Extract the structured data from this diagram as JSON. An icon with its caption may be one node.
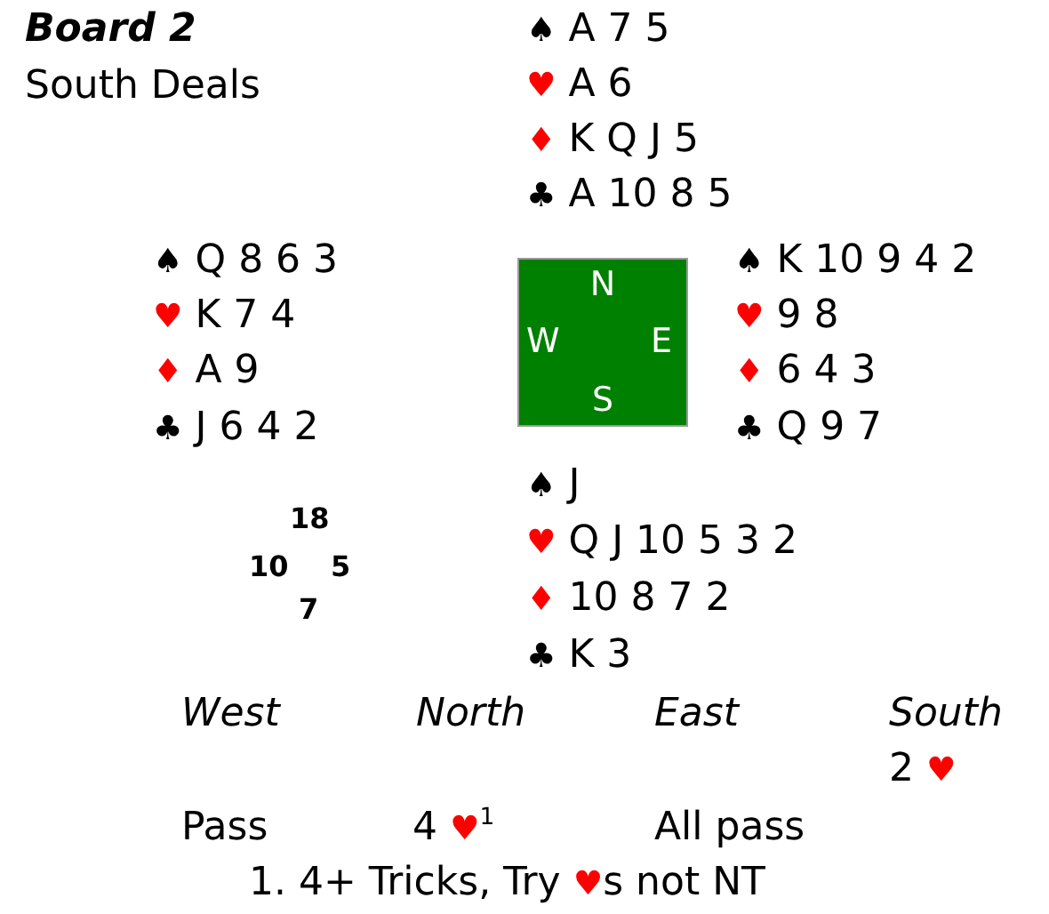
{
  "diagram": {
    "title": "Board 2",
    "nodes": [
      {
        "text": [
          "N",
          "W",
          "E",
          "S"
        ]
      }
    ],
    "labels": [
      "South Deals",
      "♠ A 7 5",
      "♥ A 6",
      "♦ K Q J 5",
      "♣ A 10 8 5",
      "♠ Q 8 6 3",
      "♥ K 7 4",
      "♦ A 9",
      "♣ J 6 4 2",
      "♠ K 10 9 4 2",
      "♥ 9 8",
      "♦ 6 4 3",
      "♣ Q 9 7",
      "♠ J",
      "♥ Q J 10 5 3 2",
      "♦ 10 8 7 2",
      "♣ K 3",
      "18",
      "10",
      "5",
      "7",
      "West",
      "North",
      "East",
      "South",
      "2 ♥",
      "Pass",
      "4 ♥$^{1}$",
      "All pass",
      "1. 4+ Tricks, Try ♥s not NT"
    ]
  }
}
